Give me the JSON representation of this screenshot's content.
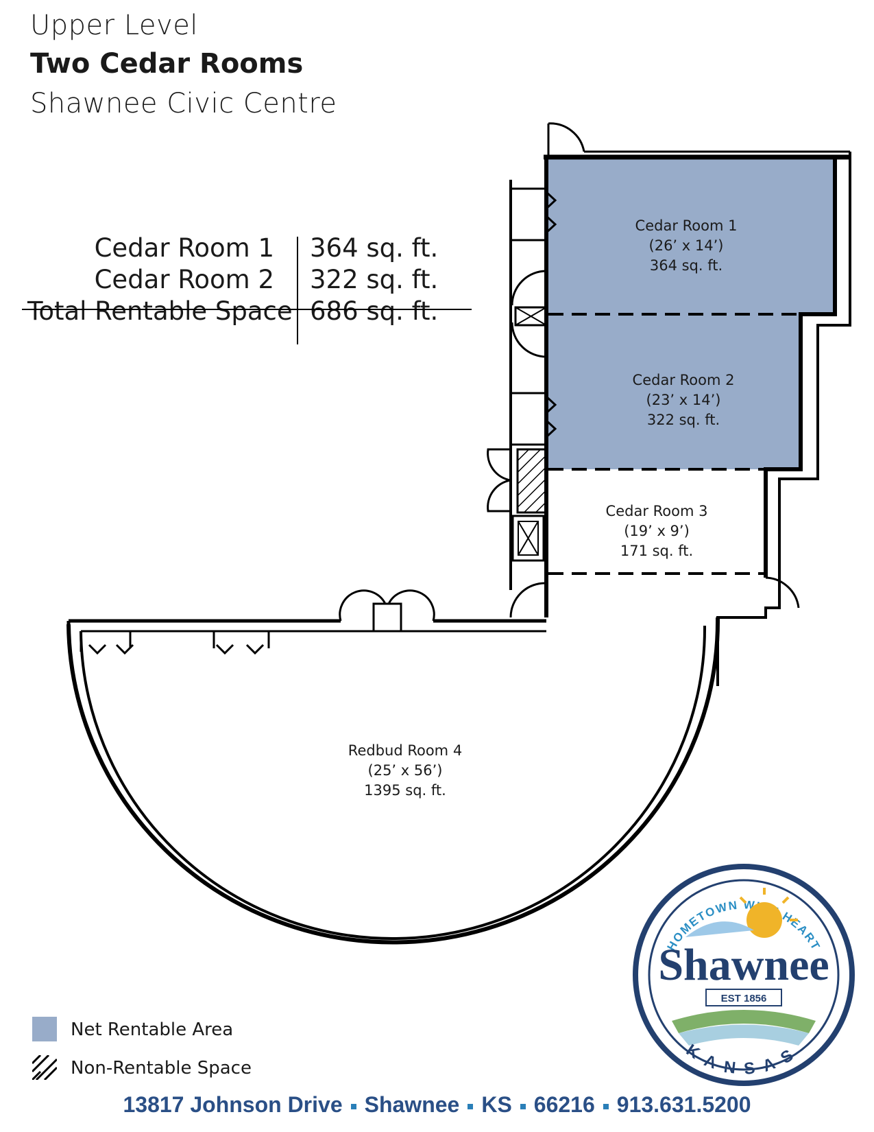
{
  "header": {
    "line1": "Upper Level",
    "line2": "Two Cedar Rooms",
    "line3": "Shawnee Civic Centre"
  },
  "summary": {
    "rows": [
      {
        "label": "Cedar Room 1",
        "value": "364 sq. ft."
      },
      {
        "label": "Cedar Room 2",
        "value": "322 sq. ft."
      }
    ],
    "total": {
      "label": "Total Rentable Space",
      "value": "686 sq. ft."
    }
  },
  "rooms": [
    {
      "name": "Cedar Room 1",
      "dims": "(26’ x 14’)",
      "area": "364 sq. ft.",
      "rentable": true
    },
    {
      "name": "Cedar Room 2",
      "dims": "(23’ x 14’)",
      "area": "322 sq. ft.",
      "rentable": true
    },
    {
      "name": "Cedar Room 3",
      "dims": "(19’ x 9’)",
      "area": "171 sq. ft.",
      "rentable": false
    },
    {
      "name": "Redbud Room 4",
      "dims": "(25’ x 56’)",
      "area": "1395 sq. ft.",
      "rentable": false
    }
  ],
  "legend": {
    "rentable": "Net Rentable Area",
    "non_rentable": "Non-Rentable Space"
  },
  "footer": {
    "address": "13817 Johnson Drive",
    "city": "Shawnee",
    "state": "KS",
    "zip": "66216",
    "phone": "913.631.5200"
  },
  "logo": {
    "tagline": "HOMETOWN WITH HEART",
    "name": "Shawnee",
    "est": "EST 1856",
    "state": "KANSAS"
  },
  "colors": {
    "rentable_fill": "#98acc9",
    "footer_text": "#2a4f86",
    "wall": "#000000"
  }
}
